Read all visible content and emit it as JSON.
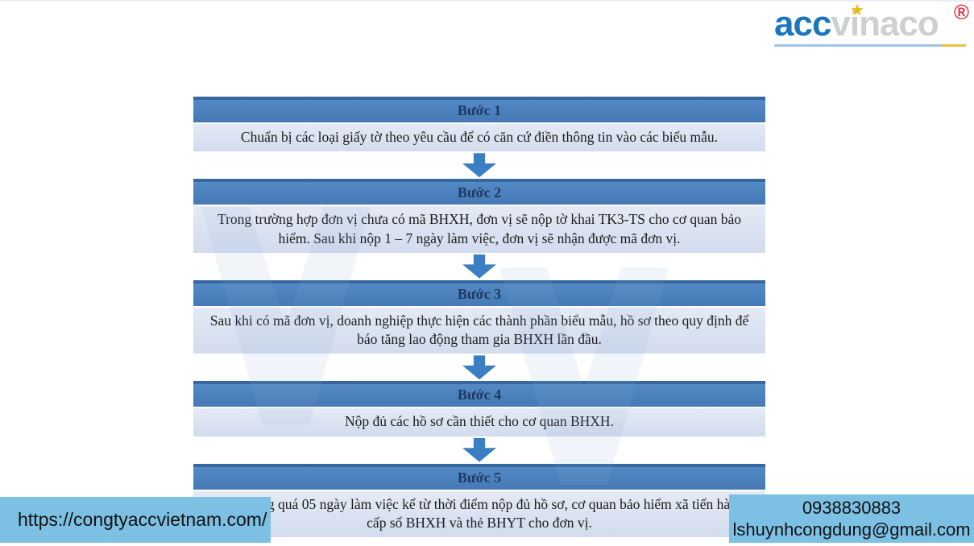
{
  "logo": {
    "acc": "acc",
    "vinaco": "vinaco"
  },
  "icons": {
    "star": "★",
    "registered": "®"
  },
  "steps": [
    {
      "title": "Bước 1",
      "body": "Chuẩn bị các loại giấy tờ theo yêu cầu để có căn cứ điền thông tin vào các biểu mẫu."
    },
    {
      "title": "Bước 2",
      "body": "Trong trường hợp đơn vị chưa có mã BHXH, đơn vị sẽ nộp tờ khai TK3-TS cho cơ quan bảo hiểm. Sau khi nộp 1 – 7 ngày làm việc, đơn vị sẽ nhận được mã đơn vị."
    },
    {
      "title": "Bước 3",
      "body": "Sau khi có mã đơn vị, doanh nghiệp thực hiện các thành phần biểu mẫu, hồ sơ theo quy định để báo tăng lao động tham gia BHXH lần đầu."
    },
    {
      "title": "Bước 4",
      "body": "Nộp đủ các hồ sơ cần thiết cho cơ quan BHXH."
    },
    {
      "title": "Bước 5",
      "body": "Sau không quá 05 ngày làm việc kể từ thời điểm nộp đủ hồ sơ, cơ quan bảo hiểm xã tiến hành cấp sổ BHXH và thẻ BHYT cho đơn vị."
    }
  ],
  "footer": {
    "website": "https://congtyaccvietnam.com/",
    "phone": "0938830883",
    "email": "lshuynhcongdung@gmail.com"
  },
  "colors": {
    "step_header_bg": "#4a7ebc",
    "step_header_top_edge": "#35689f",
    "step_body_bg": "#dce4f1",
    "arrow": "#3c7ec4",
    "footer_box_bg": "#7cc0e4",
    "logo_blue": "#1b76bd",
    "logo_gray": "#cdd0d3",
    "logo_star": "#f2b90d",
    "logo_registered": "#e8374a"
  }
}
